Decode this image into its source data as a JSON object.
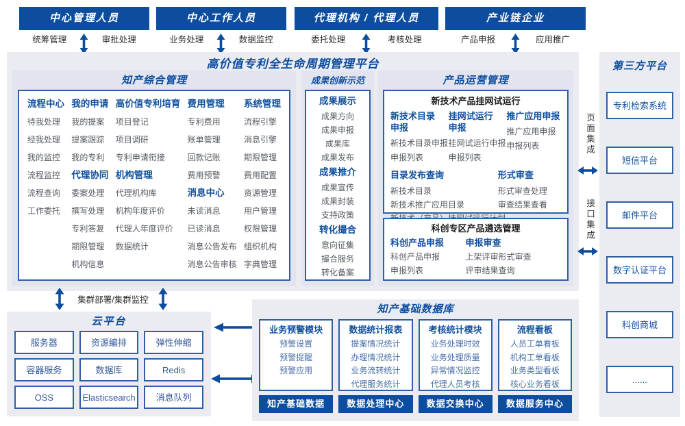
{
  "top_actors": [
    {
      "title": "中心管理人员",
      "left_label": "统筹管理",
      "right_label": "审批处理"
    },
    {
      "title": "中心工作人员",
      "left_label": "业务处理",
      "right_label": "数据监控"
    },
    {
      "title": "代理机构 / 代理人员",
      "left_label": "委托处理",
      "right_label": "考核处理"
    },
    {
      "title": "产业链企业",
      "left_label": "产品申报",
      "right_label": "应用推广"
    }
  ],
  "platform_title": "高价值专利全生命周期管理平台",
  "comprehensive": {
    "title": "知产综合管理",
    "columns": [
      [
        {
          "h": "流程中心",
          "items": [
            "待我处理",
            "经我处理",
            "我的监控",
            "流程监控",
            "流程查询",
            "工作委托"
          ]
        }
      ],
      [
        {
          "h": "我的申请",
          "items": [
            "我的提案",
            "提案跟踪",
            "我的专利"
          ]
        },
        {
          "h": "代理协同",
          "items": [
            "委案处理",
            "撰写处理",
            "专利答复",
            "期限管理",
            "机构信息"
          ]
        }
      ],
      [
        {
          "h": "高价值专利培育",
          "items": [
            "项目登记",
            "项目调研",
            "专利申请衔接"
          ]
        },
        {
          "h": "机构管理",
          "items": [
            "代理机构库",
            "机构年度评价",
            "代理人年度评价",
            "数据统计"
          ]
        }
      ],
      [
        {
          "h": "费用管理",
          "items": [
            "专利费用",
            "账单管理",
            "回款记账",
            "费用预警"
          ]
        },
        {
          "h": "消息中心",
          "items": [
            "未读消息",
            "已读消息",
            "消息公告发布",
            "消息公告审核"
          ]
        }
      ],
      [
        {
          "h": "系统管理",
          "items": [
            "流程引擎",
            "消息引擎",
            "期限管理",
            "费用配置",
            "资源管理",
            "用户管理",
            "权限管理",
            "组织机构",
            "字典管理"
          ]
        }
      ]
    ]
  },
  "innovation": {
    "title": "成果创新示范",
    "groups": [
      {
        "h": "成果展示",
        "items": [
          "成果方向",
          "成果申报",
          "成果库",
          "成果发布"
        ]
      },
      {
        "h": "成果推介",
        "items": [
          "成果宣传",
          "成果封装",
          "支持政策"
        ]
      },
      {
        "h": "转化撮合",
        "items": [
          "意向征集",
          "撮合服务",
          "转化备案"
        ]
      }
    ]
  },
  "product": {
    "title": "产品运营管理",
    "box1": {
      "title": "新技术产品挂网试运行",
      "columns": [
        {
          "h": "新技术目录\n申报",
          "items": [
            "新技术目录申报",
            "申报列表"
          ]
        },
        {
          "h": "挂网试运行\n申报",
          "items": [
            "挂网试运行申报",
            "申报列表"
          ]
        },
        {
          "h": "推广应用申报",
          "items": [
            "推广应用申报",
            "申报列表"
          ]
        }
      ],
      "catalog": {
        "h": "目录发布查询",
        "items": [
          "新技术目录",
          "新技术推广应用目录",
          "新技术（产品）挂网试运行计划"
        ]
      },
      "review": {
        "h": "形式审查",
        "items": [
          "形式审查处理",
          "审查结果查看"
        ]
      }
    },
    "box2": {
      "title": "科创专区产品遴选管理",
      "columns": [
        {
          "h": "科创产品申报",
          "items": [
            "科创产品申报",
            "申报列表"
          ]
        },
        {
          "h": "申报审查",
          "items": [
            "上架评审形式审查",
            "评审结果查询"
          ]
        }
      ]
    }
  },
  "integration": {
    "page": "页面集成",
    "api": "接口集成"
  },
  "third_party": {
    "title": "第三方平台",
    "items": [
      "专利检索系统",
      "短信平台",
      "邮件平台",
      "数字认证平台",
      "科创商城",
      "......"
    ]
  },
  "cluster_label": "集群部署/集群监控",
  "cloud": {
    "title": "云平台",
    "items": [
      "服务器",
      "资源编排",
      "弹性伸缩",
      "容器服务",
      "数据库",
      "Redis",
      "OSS",
      "Elasticsearch",
      "消息队列"
    ]
  },
  "database": {
    "title": "知产基础数据库",
    "columns": [
      {
        "h": "业务预警模块",
        "items": [
          "预警设置",
          "预警提醒",
          "预警应用"
        ],
        "footer": "知产基础数据"
      },
      {
        "h": "数据统计报表",
        "items": [
          "提案情况统计",
          "办理情况统计",
          "业务流转统计",
          "代理服务统计"
        ],
        "footer": "数据处理中心"
      },
      {
        "h": "考核统计模块",
        "items": [
          "业务处理时效",
          "业务处理质量",
          "异常情况监控",
          "代理人员考核"
        ],
        "footer": "数据交换中心"
      },
      {
        "h": "流程看板",
        "items": [
          "人员工单看板",
          "机构工单看板",
          "业务类型看板",
          "核心业务看板"
        ],
        "footer": "数据服务中心"
      }
    ]
  },
  "colors": {
    "primary": "#0d4d9e",
    "border": "#2e5fa3",
    "panel": "#ebecf1",
    "section": "#e2e4ef"
  }
}
